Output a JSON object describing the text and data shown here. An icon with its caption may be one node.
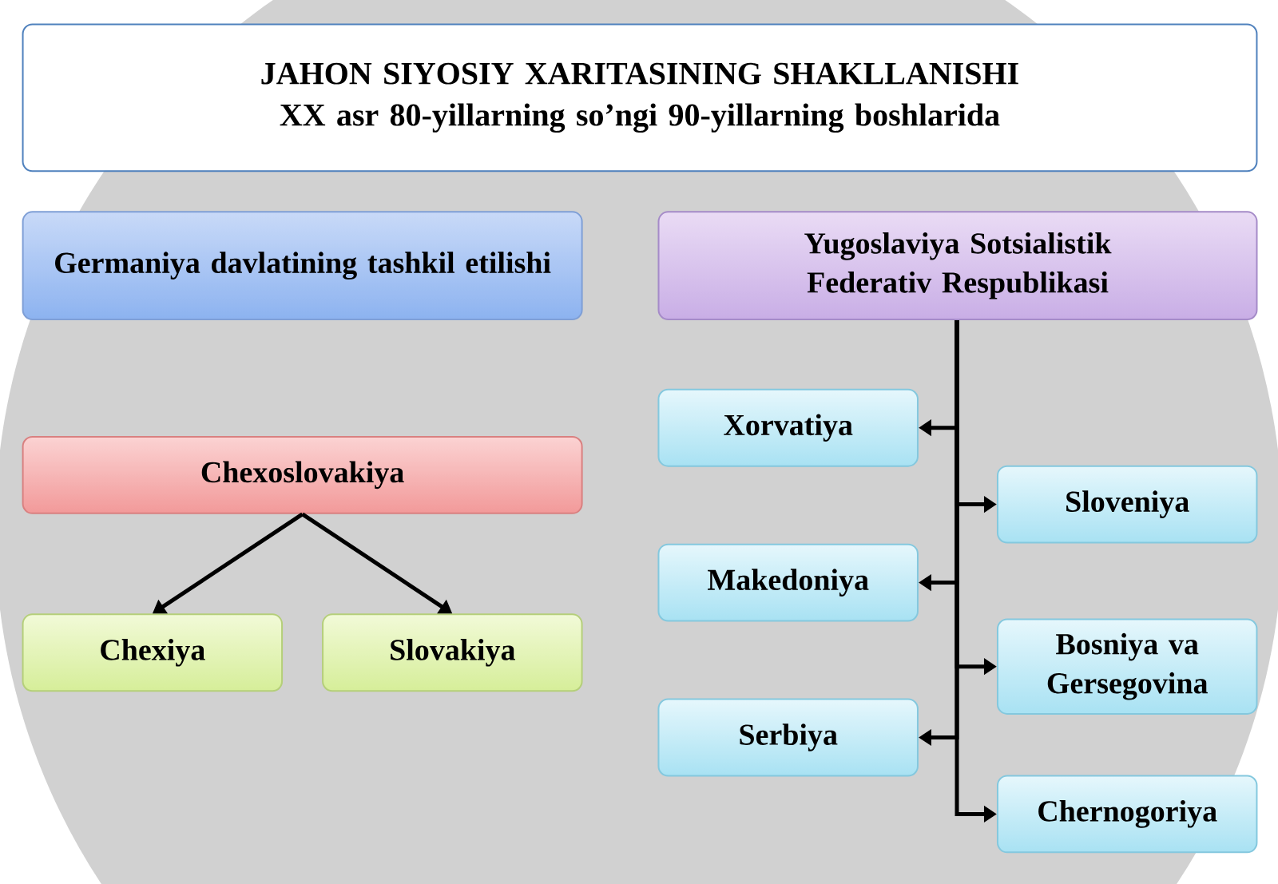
{
  "diagram": {
    "nodes": [
      {
        "text": [
          "JAHON SIYOSIY XARITASINING SHAKLLANISHI",
          "XX asr 80-yillarning so’ngi 90-yillarning boshlarida"
        ]
      },
      {
        "text": [
          "Germaniya davlatining tashkil etilishi"
        ]
      },
      {
        "text": [
          "Yugoslaviya Sotsialistik Federativ Respublikasi"
        ]
      },
      {
        "text": [
          "Chexoslovakiya"
        ]
      },
      {
        "text": [
          "Chexiya"
        ]
      },
      {
        "text": [
          "Slovakiya"
        ]
      },
      {
        "text": [
          "Xorvatiya"
        ]
      },
      {
        "text": [
          "Sloveniya"
        ]
      },
      {
        "text": [
          "Makedoniya"
        ]
      },
      {
        "text": [
          "Bosniya va Gersegovina"
        ]
      },
      {
        "text": [
          "Serbiya"
        ]
      },
      {
        "text": [
          "Chernogoriya"
        ]
      }
    ],
    "edges": [
      {
        "from": 3,
        "to": 4,
        "arrow": "to"
      },
      {
        "from": 3,
        "to": 5,
        "arrow": "to"
      },
      {
        "from": 2,
        "to": 6,
        "arrow": "to"
      },
      {
        "from": 2,
        "to": 7,
        "arrow": "to"
      },
      {
        "from": 2,
        "to": 8,
        "arrow": "to"
      },
      {
        "from": 2,
        "to": 9,
        "arrow": "to"
      },
      {
        "from": 2,
        "to": 10,
        "arrow": "to"
      },
      {
        "from": 2,
        "to": 11,
        "arrow": "to"
      }
    ]
  }
}
